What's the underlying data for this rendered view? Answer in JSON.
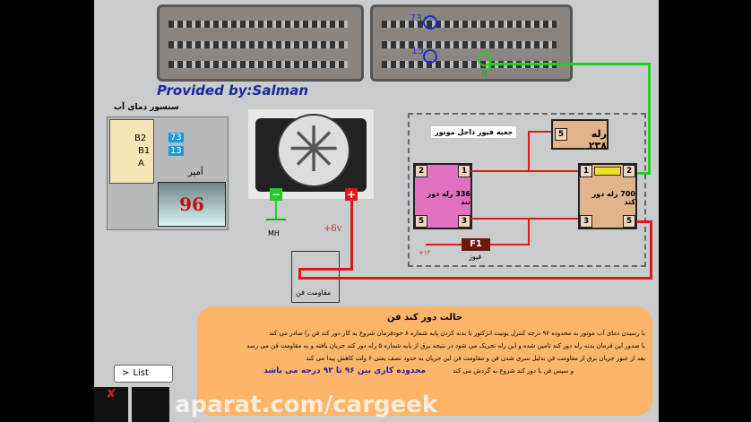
{
  "credit": "Provided by:Salman",
  "ecu": {
    "pins": [
      "73",
      "13",
      "8"
    ]
  },
  "sensor": {
    "title": "سنسور دمای آب",
    "pins": [
      "B2",
      "B1",
      "A"
    ],
    "tags": [
      "73",
      "13"
    ],
    "gauge_label": "آمپر",
    "gauge_value": "96"
  },
  "fan": {
    "ground": "MH",
    "minus": "−",
    "plus": "+",
    "voltage": "+6v",
    "resistor_label": "مقاومت فن"
  },
  "fusebox": {
    "title": "جعبه فیوز داخل موتور",
    "relay238": "رله ۲۳۸",
    "relay238_pin": "5",
    "relay336": "336 رله دور تند",
    "relay700": "700 رله دور کند",
    "pins": [
      "1",
      "2",
      "3",
      "5"
    ],
    "fuse": "F1",
    "fuse_label": "فیوز",
    "supply": "+۱۲"
  },
  "info": {
    "title": "حالت دور کند فن",
    "lines": [
      "با رسیدن دمای آب موتور به محدوده ۹۶ درجه کنترل یونیت انژکتور با بدنه کردن پایه شماره ۸ خودفرمان شروع به کار دور کند فن را صادر می کند",
      "با صدور این فرمان بدنه رله دور کند تامین شده و این رله تحریک می شود  در نتیجه برق از پایه شماره ۵ رله دور کند جریان یافته و به مقاومت فن می رسد",
      "بعد از عبور جریان برق از مقاومت فن  بدلیل سری شدن فن و مقاومت فن این جریان به حدود نصف یعنی ۶ ولت کاهش پیدا می کند",
      "و سپس فن با دور کند شروع به گردش می کند"
    ],
    "highlight": "محدوده کاری بین ۹۶ تا ۹۲ درجه می باشد"
  },
  "nav": {
    "list_label": "List"
  },
  "watermark": "aparat.com/cargeek"
}
